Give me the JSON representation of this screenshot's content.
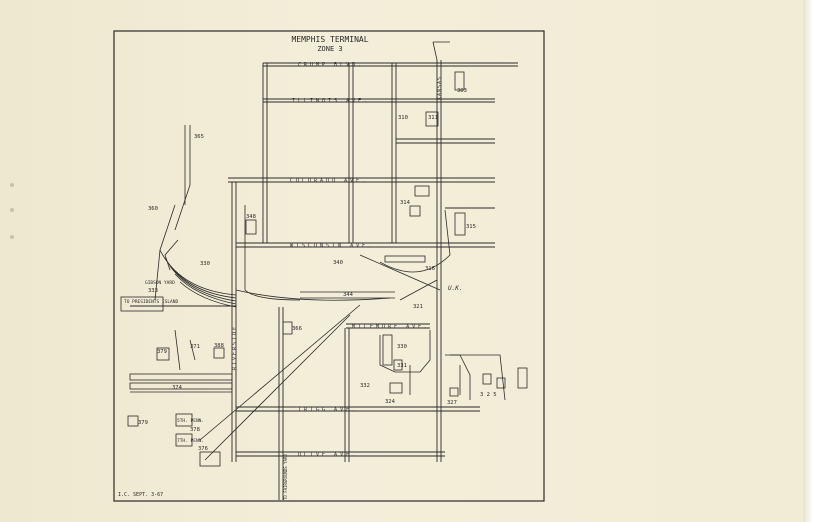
{
  "map": {
    "title_line1": "MEMPHIS TERMINAL",
    "title_line2": "ZONE 3",
    "footer_date": "I.C. SEPT. 3-67",
    "annotation_uk": "U.K.",
    "streets": {
      "crump": "CRUMP BLVD.",
      "illinois": "ILLINOIS AVE.",
      "colorado": "COLORADO AVE.",
      "wisconsin": "WISCONSIN AVE.",
      "milemore": "MILEMORE AVE.",
      "trigg": "TRIGG AVE.",
      "olive": "OLIVE AVE.",
      "riverside": "RIVERSIDE",
      "kansas": "KANSAS",
      "fairgrounds": "TO FAIRGROUNDS YARD"
    },
    "labels": {
      "to_presidents_island": "TO PRESIDENTS ISLAND",
      "gibson_yard": "GIBSON YARD",
      "fifth_penn": "5TH. PENN.",
      "seventh_penn": "7TH. PENN.",
      "fifth_abbr": "5TH. PENN."
    },
    "tracks": [
      {
        "id": "s303",
        "label": "303"
      },
      {
        "id": "s310",
        "label": "310"
      },
      {
        "id": "s311",
        "label": "311"
      },
      {
        "id": "s365",
        "label": "365"
      },
      {
        "id": "s360",
        "label": "360"
      },
      {
        "id": "s314",
        "label": "314"
      },
      {
        "id": "s315",
        "label": "315"
      },
      {
        "id": "s348",
        "label": "348"
      },
      {
        "id": "s330",
        "label": "330"
      },
      {
        "id": "s333",
        "label": "333"
      },
      {
        "id": "s340",
        "label": "340"
      },
      {
        "id": "s316",
        "label": "316"
      },
      {
        "id": "s344",
        "label": "344"
      },
      {
        "id": "s321",
        "label": "321"
      },
      {
        "id": "s366",
        "label": "366"
      },
      {
        "id": "s330b",
        "label": "330"
      },
      {
        "id": "s331",
        "label": "331"
      },
      {
        "id": "s379",
        "label": "379"
      },
      {
        "id": "s371",
        "label": "371"
      },
      {
        "id": "s388",
        "label": "388"
      },
      {
        "id": "s374",
        "label": "374"
      },
      {
        "id": "s332",
        "label": "332"
      },
      {
        "id": "s324",
        "label": "324"
      },
      {
        "id": "s327",
        "label": "327"
      },
      {
        "id": "s325",
        "label": "3 2 5"
      },
      {
        "id": "s378",
        "label": "378"
      },
      {
        "id": "s376",
        "label": "376"
      },
      {
        "id": "s375",
        "label": "379"
      }
    ],
    "colors": {
      "paper": "#f1ecd6",
      "ink": "#2a2a2a"
    }
  }
}
